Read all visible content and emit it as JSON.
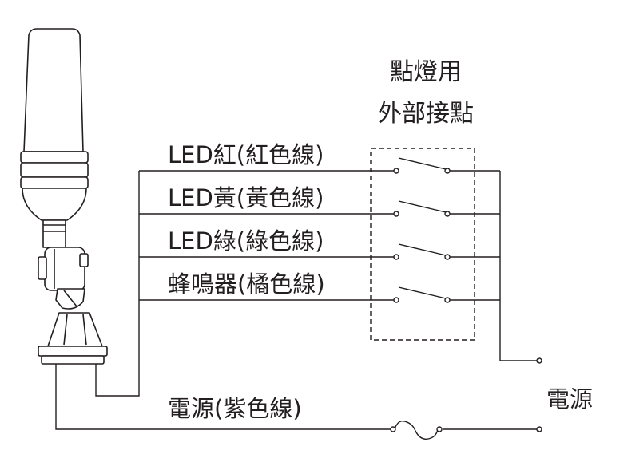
{
  "colors": {
    "line": "#231f20",
    "background": "#ffffff"
  },
  "contact_box": {
    "title_line1": "點燈用",
    "title_line2": "外部接點"
  },
  "wires": [
    {
      "label": "LED紅(紅色線)"
    },
    {
      "label": "LED黃(黃色線)"
    },
    {
      "label": "LED綠(綠色線)"
    },
    {
      "label": "蜂鳴器(橘色線)"
    }
  ],
  "power": {
    "purple_wire_label": "電源(紫色線)",
    "source_label": "電源"
  },
  "icons": [
    "signal-tower-lamp-icon",
    "switch-contact-icon",
    "fuse-icon",
    "terminal-icon"
  ]
}
